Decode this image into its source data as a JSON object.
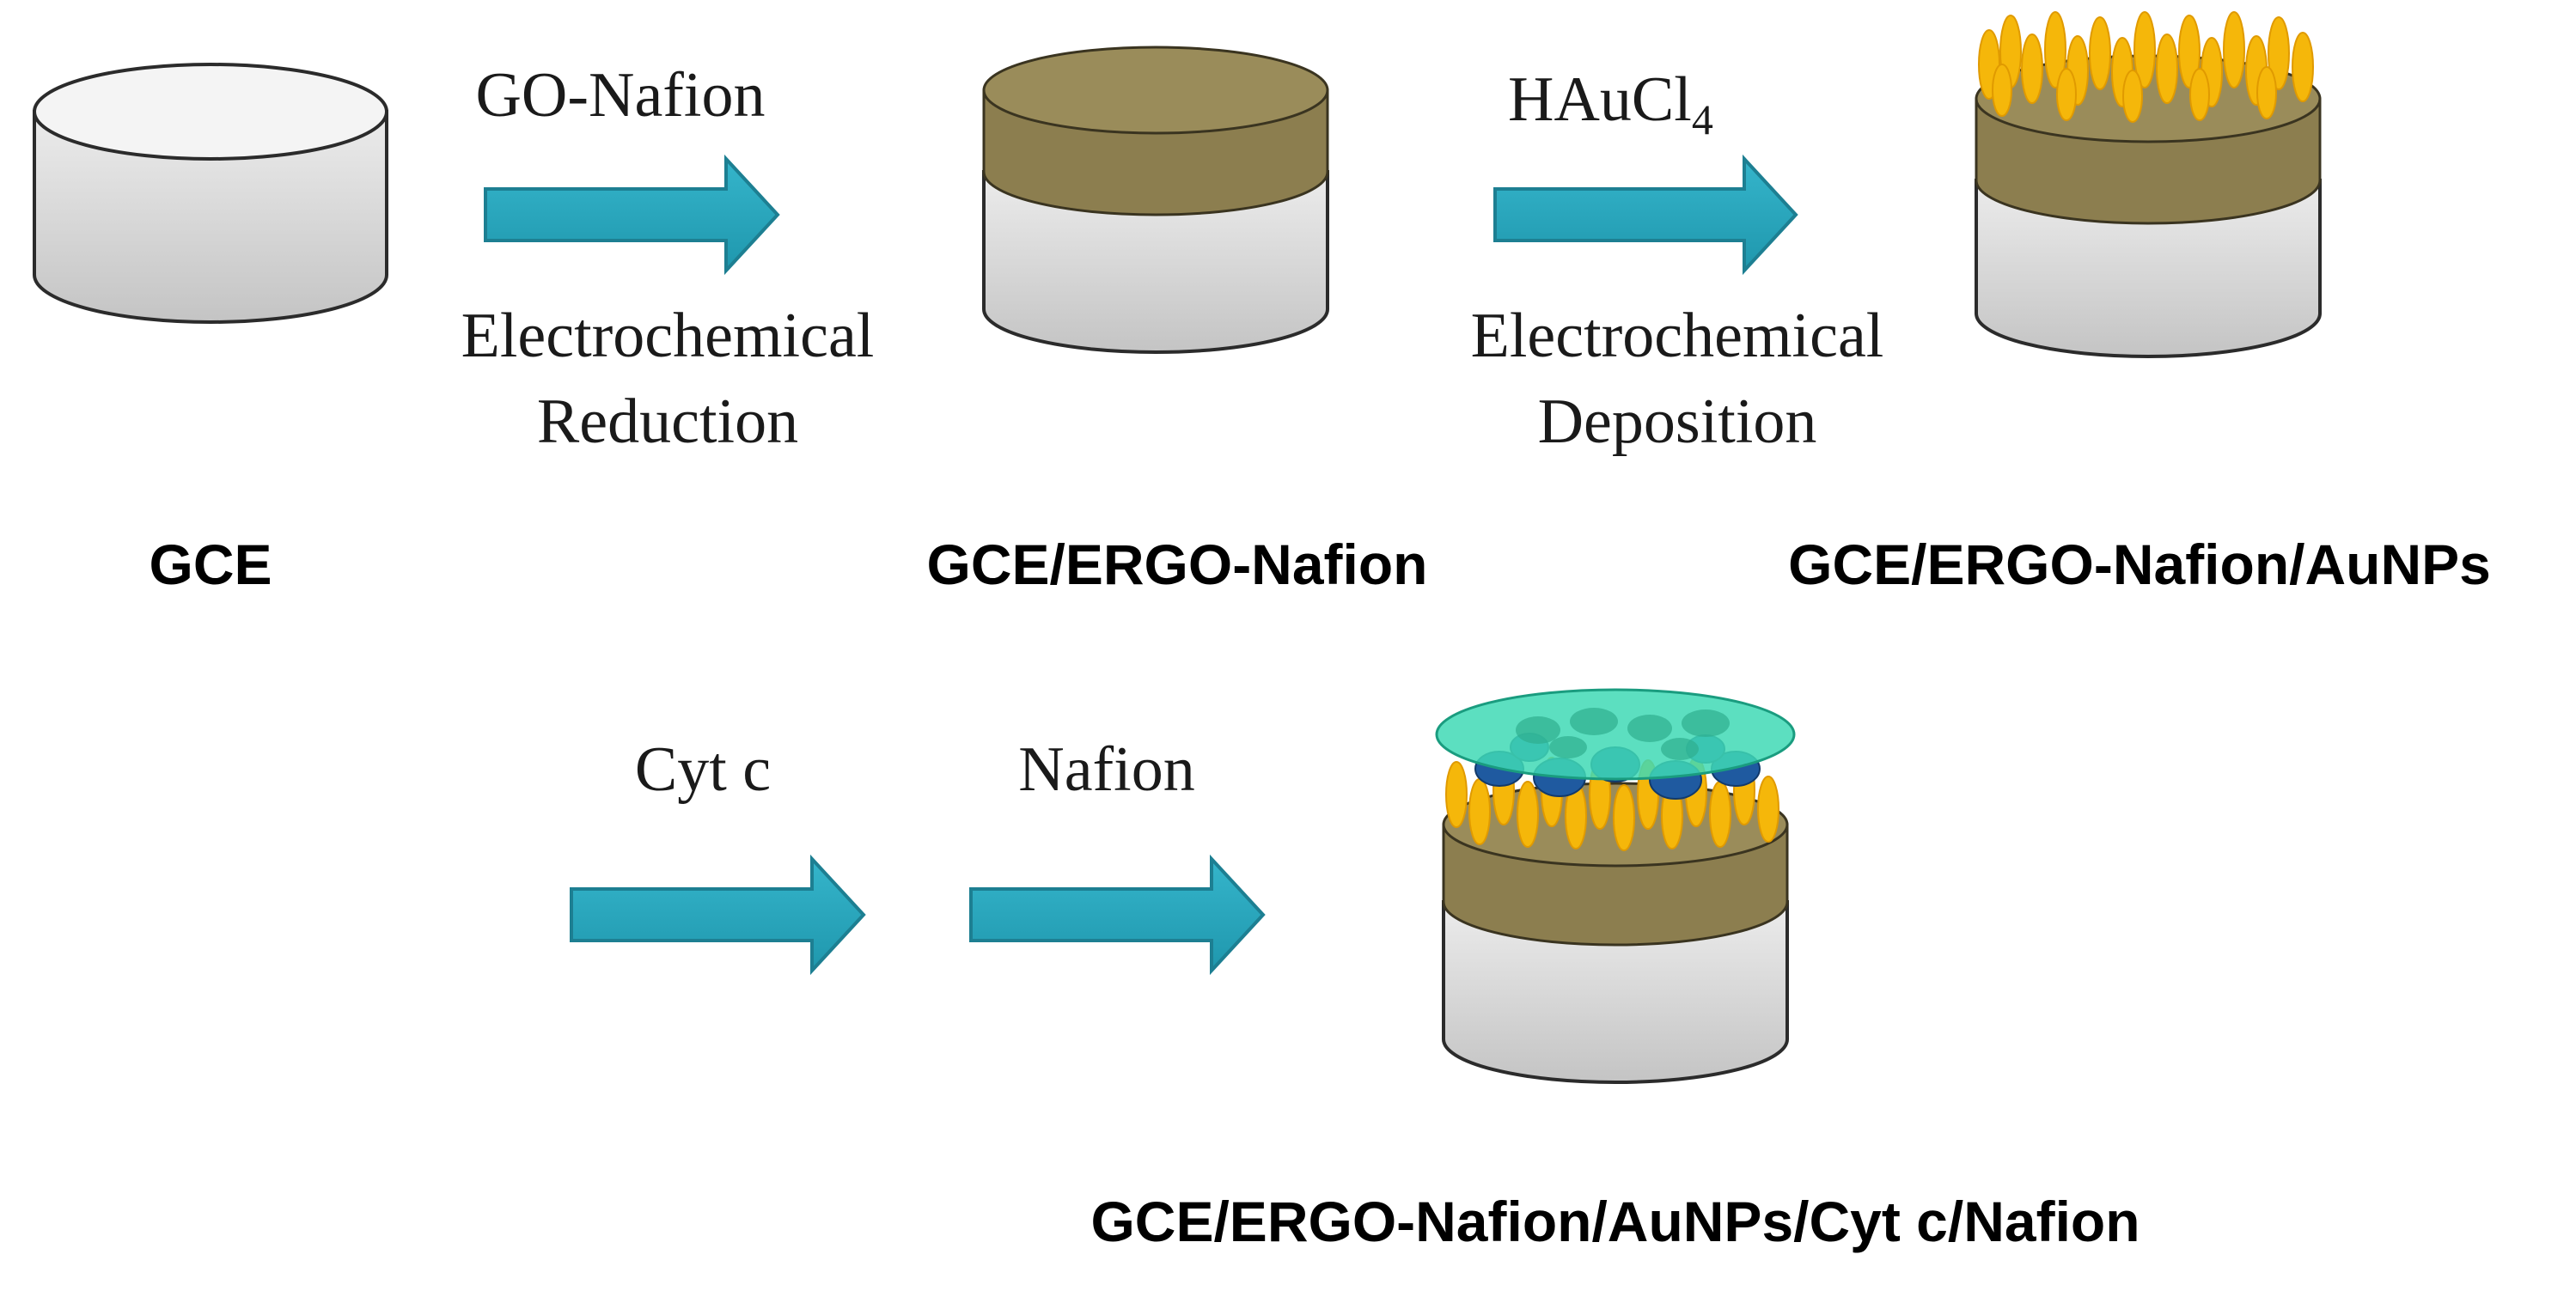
{
  "steps": {
    "step1": {
      "reagent": "GO-Nafion",
      "process_line1": "Electrochemical",
      "process_line2": "Reduction"
    },
    "step2": {
      "reagent_main": "HAuCl",
      "reagent_sub": "4",
      "process_line1": "Electrochemical",
      "process_line2": "Deposition"
    },
    "step3": {
      "reagent": "Cyt c"
    },
    "step4": {
      "reagent": "Nafion"
    }
  },
  "electrodes": {
    "gce": {
      "label": "GCE"
    },
    "ergo": {
      "label": "GCE/ERGO-Nafion"
    },
    "aunps": {
      "label": "GCE/ERGO-Nafion/AuNPs"
    },
    "final": {
      "label": "GCE/ERGO-Nafion/AuNPs/Cyt c/Nafion"
    }
  },
  "colors": {
    "arrow": "#2aa7bd",
    "arrow_edge": "#1d7f92",
    "electrode_body": "#c9c9c9",
    "ergo_layer": "#8c7e4f",
    "gold_nanoparticle": "#f5b70a",
    "cyt_c": "#1f5aa0",
    "nafion_film": "#3fd9b5"
  }
}
